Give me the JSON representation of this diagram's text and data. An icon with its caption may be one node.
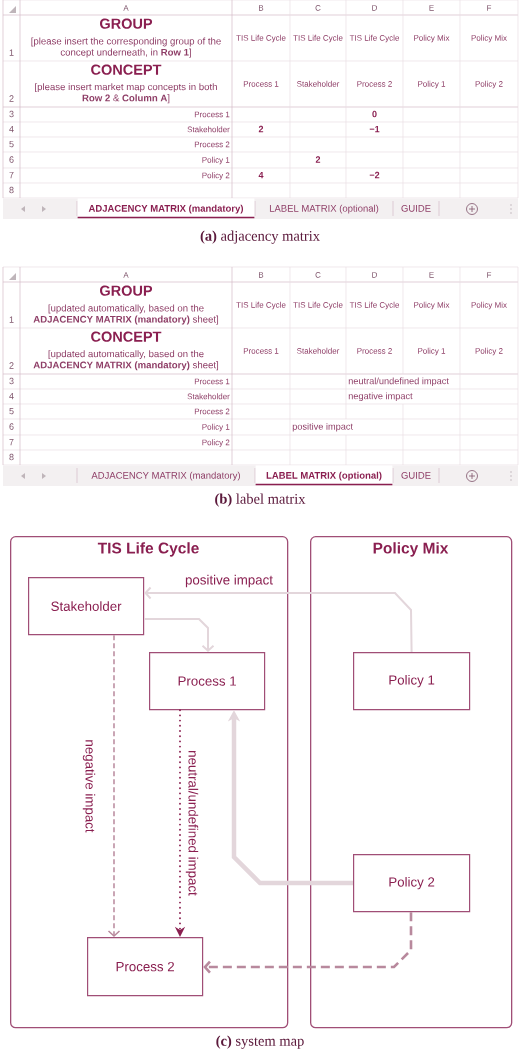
{
  "diagram": {
    "nodes": [
      {
        "text": [
          "TIS Life Cycle"
        ]
      },
      {
        "text": [
          "Policy Mix"
        ]
      },
      {
        "text": [
          "Stakeholder"
        ],
        "in": 0
      },
      {
        "text": [
          "Process 1"
        ],
        "in": 0
      },
      {
        "text": [
          "Policy 1"
        ],
        "in": 1
      },
      {
        "text": [
          "Policy 2"
        ],
        "in": 1
      },
      {
        "text": [
          "Process 2"
        ],
        "in": 0
      }
    ],
    "edges": [
      {
        "from": 4,
        "to": 2,
        "arrow": "to",
        "label": "positive impact",
        "color": "#e3d6db"
      },
      {
        "from": 2,
        "to": 3,
        "arrow": "to",
        "color": "#e3d6db"
      },
      {
        "from": 2,
        "to": 6,
        "arrow": "to",
        "label": "negative impact",
        "style": "dashed",
        "color": "#b8899d"
      },
      {
        "from": 3,
        "to": 6,
        "arrow": "to",
        "label": "neutral/undefined impact",
        "style": "dashed",
        "color": "#8a1f50"
      },
      {
        "from": 5,
        "to": 3,
        "arrow": "to",
        "style": "thick",
        "color": "#e3d6db"
      },
      {
        "from": 5,
        "to": 6,
        "arrow": "to",
        "style": "dashed",
        "color": "#b8899d"
      }
    ],
    "labels": [
      "A",
      "B",
      "C",
      "D",
      "E",
      "F",
      "1",
      "GROUP",
      "[please insert the corresponding group of the concept underneath, in **Row 1**]",
      "TIS Life Cycle",
      "TIS Life Cycle",
      "TIS Life Cycle",
      "Policy Mix",
      "Policy Mix",
      "2",
      "CONCEPT",
      "[please insert market map concepts in both **Row 2** & **Column A**]",
      "Process 1",
      "Stakeholder",
      "Process 2",
      "Policy 1",
      "Policy 2",
      "3",
      "Process 1",
      "0",
      "4",
      "Stakeholder",
      "2",
      "−1",
      "5",
      "Process 2",
      "6",
      "Policy 1",
      "2",
      "7",
      "Policy 2",
      "4",
      "−2",
      "8",
      "ADJACENCY MATRIX (mandatory)",
      "LABEL MATRIX (optional)",
      "GUIDE",
      "**(a)** adjacency matrix",
      "A",
      "B",
      "C",
      "D",
      "E",
      "F",
      "1",
      "GROUP",
      "[updated automatically, based on the **ADJACENCY MATRIX (mandatory)** sheet]",
      "TIS Life Cycle",
      "TIS Life Cycle",
      "TIS Life Cycle",
      "Policy Mix",
      "Policy Mix",
      "2",
      "CONCEPT",
      "[updated automatically, based on the **ADJACENCY MATRIX (mandatory)** sheet]",
      "Process 1",
      "Stakeholder",
      "Process 2",
      "Policy 1",
      "Policy 2",
      "3",
      "Process 1",
      "neutral/undefined impact",
      "4",
      "Stakeholder",
      "negative impact",
      "5",
      "Process 2",
      "6",
      "Policy 1",
      "positive impact",
      "7",
      "Policy 2",
      "8",
      "ADJACENCY MATRIX (mandatory)",
      "LABEL MATRIX (optional)",
      "GUIDE",
      "**(b)** label matrix",
      "**(c)** system map"
    ]
  }
}
